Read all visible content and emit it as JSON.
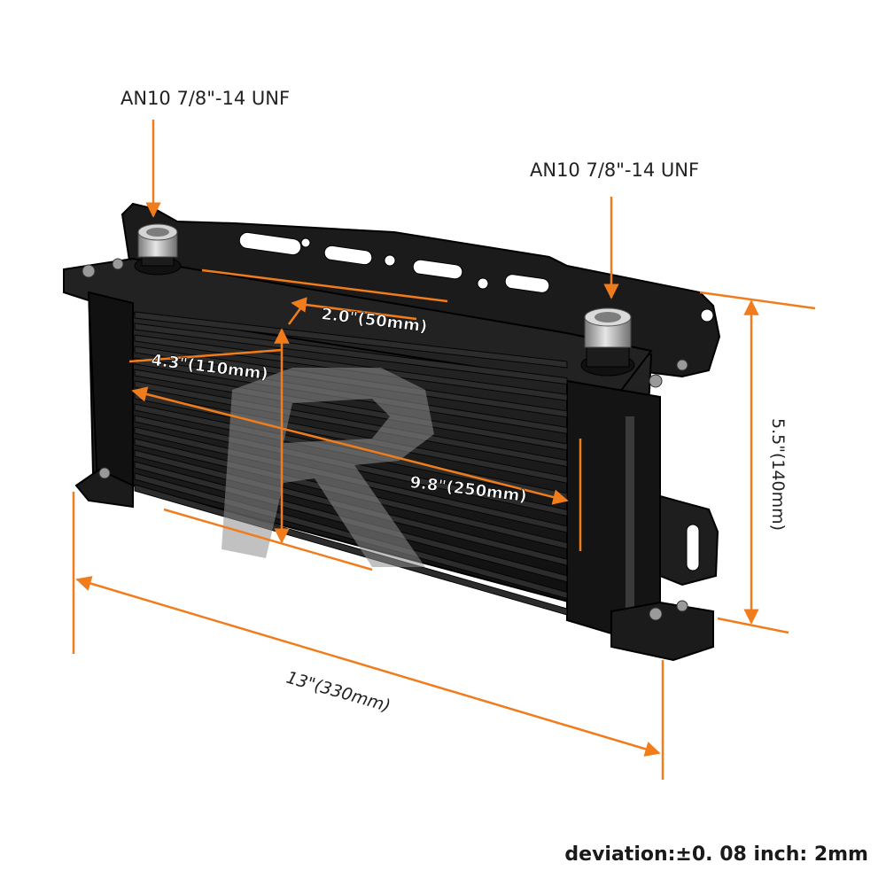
{
  "colors": {
    "dimension_line": "#f07c1c",
    "cooler_body": "#161616",
    "fin": "#2c2c2c",
    "fitting": "#b9b9b9",
    "label_dark": "#222222",
    "label_light": "#ffffff"
  },
  "callouts": {
    "fitting_left": "AN10 7/8\"-14 UNF",
    "fitting_right": "AN10 7/8\"-14 UNF"
  },
  "dimensions": {
    "port_spacing": "2.0\"(50mm)",
    "core_height": "4.3\"(110mm)",
    "core_width": "9.8\"(250mm)",
    "overall_height": "5.5\"(140mm)",
    "overall_length": "13\"(330mm)"
  },
  "footer": {
    "tolerance": "deviation:±0. 08 inch: 2mm"
  },
  "icons": {
    "product": "oil-cooler-icon",
    "fitting": "an-fitting-icon"
  }
}
